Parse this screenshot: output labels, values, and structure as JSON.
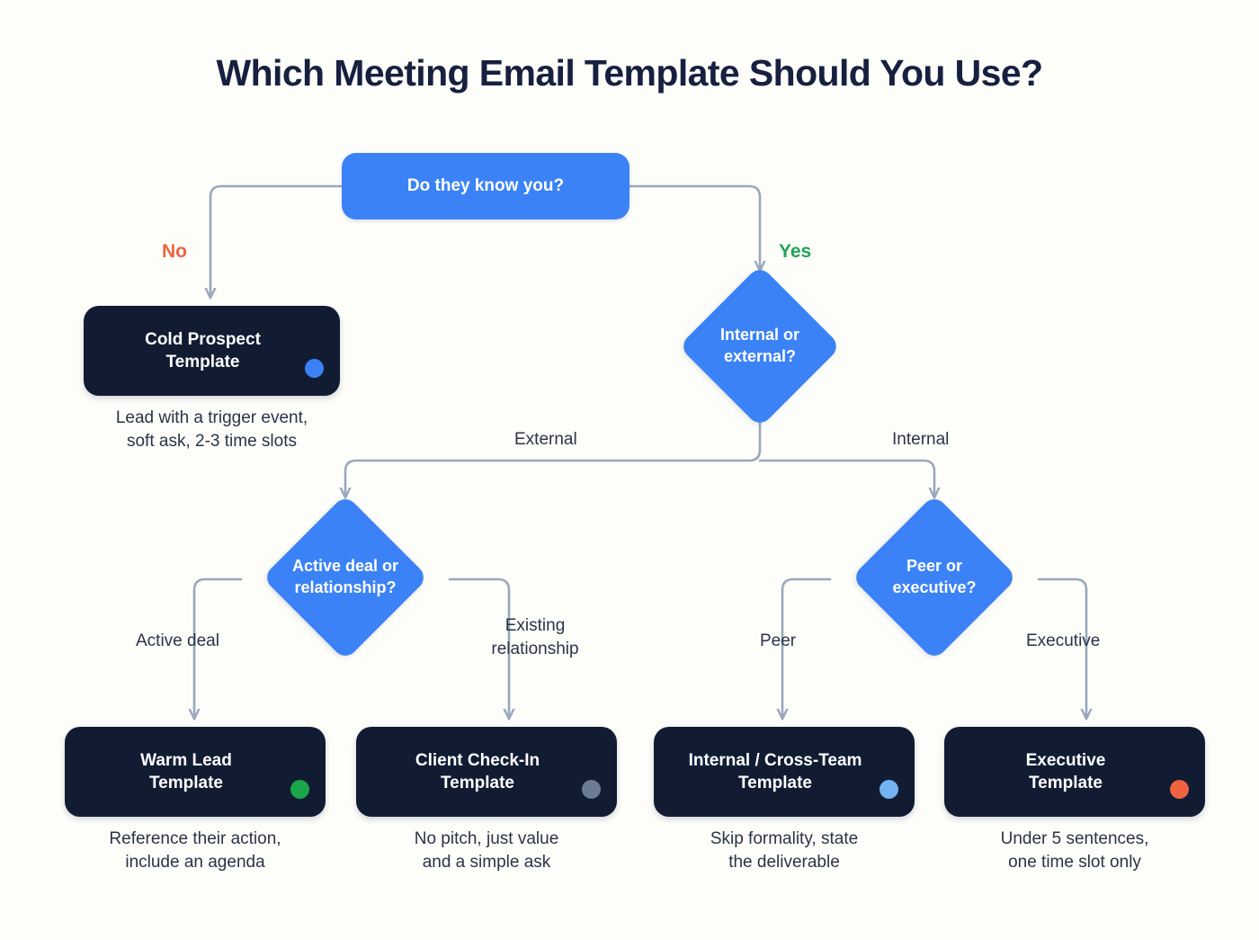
{
  "title": "Which Meeting Email Template Should You Use?",
  "colors": {
    "background": "#fdfdfa",
    "decision": "#3b82f6",
    "result_card": "#111c33",
    "connector": "#9aa7bb",
    "title_text": "#17203f",
    "caption_text": "#2b3446",
    "yes_label": "#22a355",
    "no_label": "#ef6a43"
  },
  "root": {
    "id": "do-they-know-you",
    "label": "Do they know you?",
    "shape": "rounded-rectangle"
  },
  "decisions": [
    {
      "id": "internal-or-external",
      "label": "Internal or\nexternal?",
      "shape": "diamond"
    },
    {
      "id": "active-deal-or-relationship",
      "label": "Active deal or\nrelationship?",
      "shape": "diamond"
    },
    {
      "id": "peer-or-executive",
      "label": "Peer or\nexecutive?",
      "shape": "diamond"
    }
  ],
  "edge_labels": {
    "no": "No",
    "yes": "Yes",
    "external": "External",
    "internal": "Internal",
    "active_deal": "Active deal",
    "existing_relationship": "Existing\nrelationship",
    "peer": "Peer",
    "executive": "Executive"
  },
  "results": [
    {
      "id": "cold-prospect",
      "title": "Cold Prospect\nTemplate",
      "caption": "Lead with a trigger event,\nsoft ask, 2-3 time slots",
      "dot_color": "#3b82f6",
      "dot_name": "blue-status-dot"
    },
    {
      "id": "warm-lead",
      "title": "Warm Lead\nTemplate",
      "caption": "Reference their action,\ninclude an agenda",
      "dot_color": "#1aa64b",
      "dot_name": "green-status-dot"
    },
    {
      "id": "client-check-in",
      "title": "Client Check-In\nTemplate",
      "caption": "No pitch, just value\nand a simple ask",
      "dot_color": "#6b7b93",
      "dot_name": "gray-status-dot"
    },
    {
      "id": "internal-cross-team",
      "title": "Internal / Cross-Team\nTemplate",
      "caption": "Skip formality, state\nthe deliverable",
      "dot_color": "#74b4f5",
      "dot_name": "light-blue-status-dot"
    },
    {
      "id": "executive",
      "title": "Executive\nTemplate",
      "caption": "Under 5 sentences,\none time slot only",
      "dot_color": "#ef6340",
      "dot_name": "orange-status-dot"
    }
  ]
}
